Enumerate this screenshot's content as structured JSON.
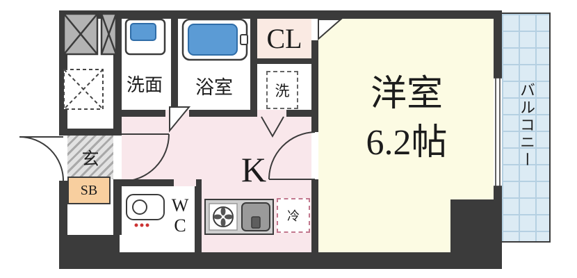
{
  "plan": {
    "labels": {
      "main_room_name": "洋室",
      "main_room_size": "6.2帖",
      "kitchen": "K",
      "closet": "CL",
      "washroom": "洗面",
      "bathroom": "浴室",
      "washer": "洗",
      "toilet": "WC",
      "entrance": "玄",
      "shoe_box": "SB",
      "refrigerator": "冷",
      "balcony": "バルコニー"
    },
    "colors": {
      "wall": "#3b3b3b",
      "main_room": "#fcfbe3",
      "kitchen": "#f9e7eb",
      "closet": "#faeae3",
      "balcony": "#dcebf4",
      "balcony_grid": "#b5d0e2",
      "shoe_box": "#f8cf9f",
      "water_blue": "#5b9bd5",
      "fridge_dash": "#c2788e"
    }
  }
}
